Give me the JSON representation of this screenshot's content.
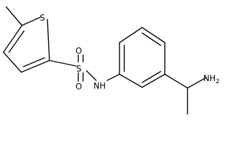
{
  "atoms": {
    "sulfur_ring": "S",
    "sulfur_sulfonyl": "S",
    "oxygen_top": "O",
    "oxygen_bottom": "O",
    "amide_nh": "NH",
    "amine": "NH",
    "amine_subscript": "2"
  },
  "colors": {
    "bond": "#000000",
    "text": "#000000",
    "background": "#ffffff"
  }
}
